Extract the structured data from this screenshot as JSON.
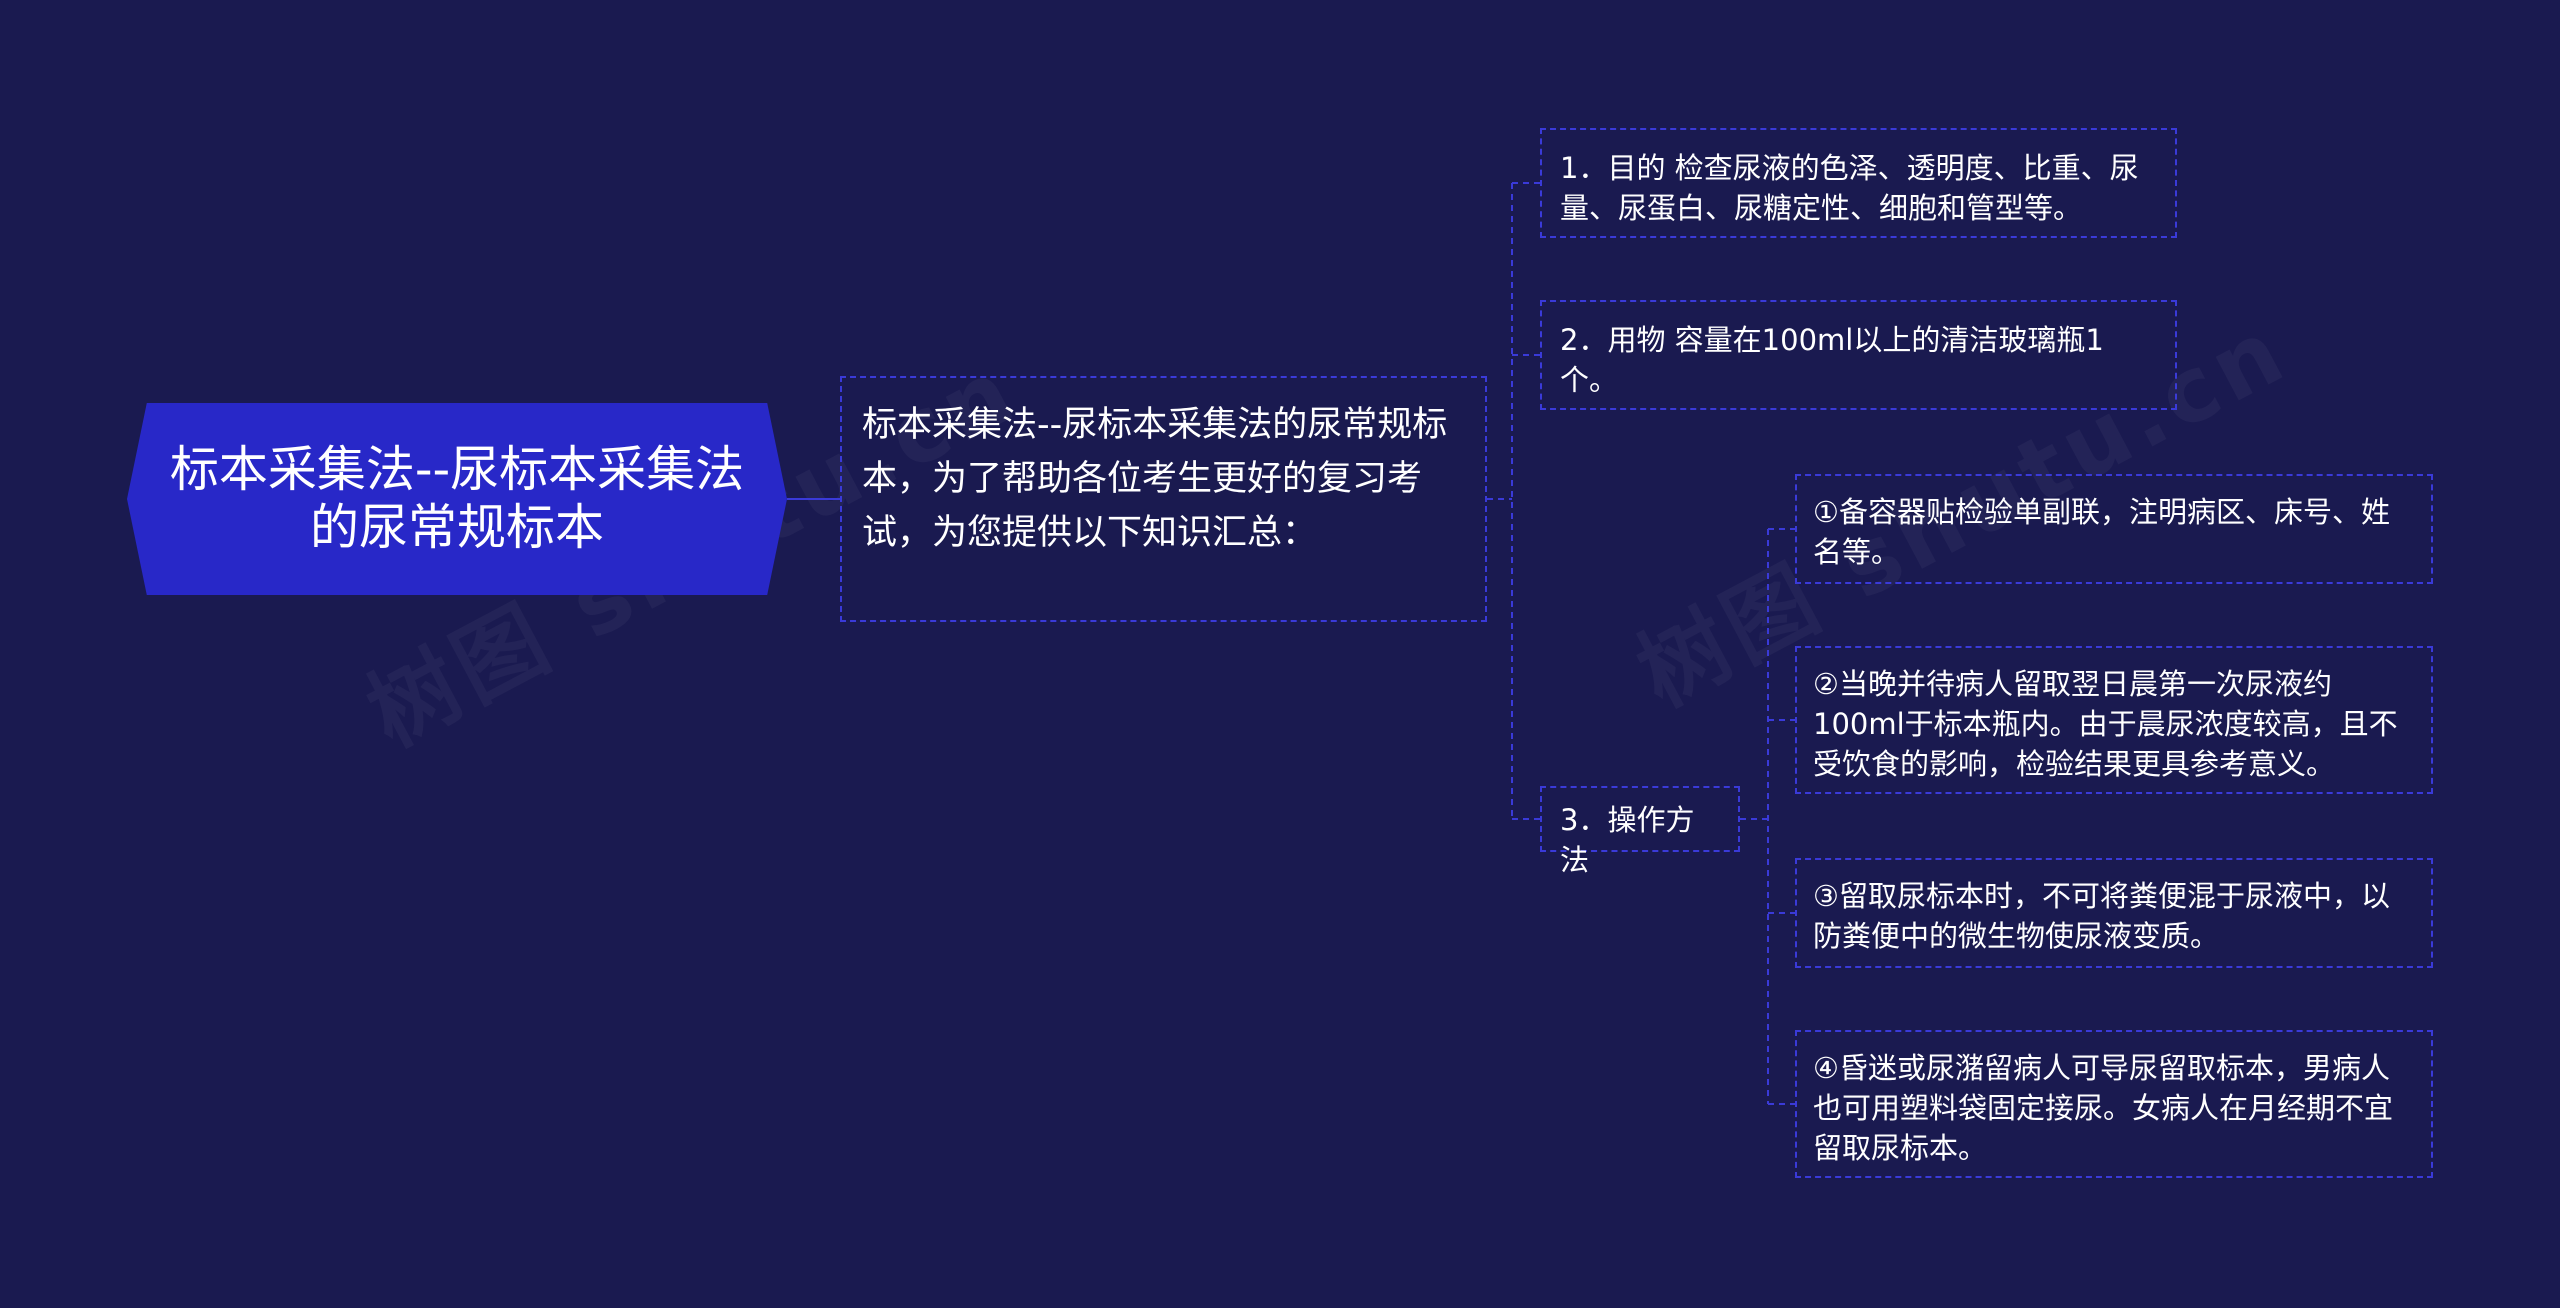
{
  "mindmap": {
    "root": {
      "text": "标本采集法--尿标本采集法的尿常规标本"
    },
    "summary": {
      "text": "标本采集法--尿标本采集法的尿常规标本，为了帮助各位考生更好的复习考试，为您提供以下知识汇总："
    },
    "level2": [
      {
        "text": "1．目的 检查尿液的色泽、透明度、比重、尿量、尿蛋白、尿糖定性、细胞和管型等。"
      },
      {
        "text": "2．用物 容量在100ml以上的清洁玻璃瓶1个。"
      },
      {
        "text": "3．操作方法"
      }
    ],
    "steps": [
      {
        "text": "①备容器贴检验单副联，注明病区、床号、姓名等。"
      },
      {
        "text": "②当晚并待病人留取翌日晨第一次尿液约100ml于标本瓶内。由于晨尿浓度较高，且不受饮食的影响，检验结果更具参考意义。"
      },
      {
        "text": "③留取尿标本时，不可将粪便混于尿液中，以防粪便中的微生物使尿液变质。"
      },
      {
        "text": "④昏迷或尿潴留病人可导尿留取标本，男病人也可用塑料袋固定接尿。女病人在月经期不宜留取尿标本。"
      }
    ]
  },
  "colors": {
    "background": "#1a1a50",
    "root_fill": "#2828c8",
    "border": "#3a3ad8",
    "line": "#3a3ad8",
    "text": "#ffffff"
  }
}
